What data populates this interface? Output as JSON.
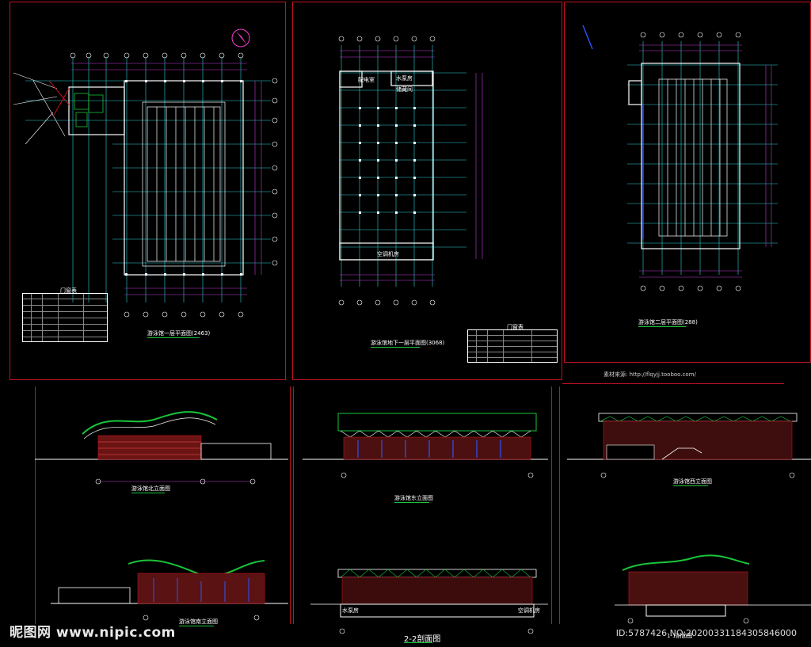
{
  "north_label": "N",
  "sheets": {
    "plan1": {
      "caption": "游泳馆一层平面图(2463)"
    },
    "plan2": {
      "caption": "游泳馆地下一层平面图(3068)"
    },
    "plan3": {
      "caption": "游泳馆二层平面图(288)"
    },
    "elev_north": {
      "caption": "游泳馆北立面图"
    },
    "elev_east": {
      "caption": "游泳馆东立面图"
    },
    "elev_west": {
      "caption": "游泳馆西立面图"
    },
    "elev_south": {
      "caption": "游泳馆南立面图"
    },
    "section22": {
      "caption": "2-2剖面图"
    },
    "section11": {
      "caption": "1-1剖面图"
    }
  },
  "table1_title": "门窗表",
  "table2_title": "门窗表",
  "room_labels": {
    "plan2_top": "配电室",
    "plan2_top2": "水泵房",
    "plan2_mid": "储藏间",
    "plan2_bottom": "空调机房",
    "sec_left": "水泵房",
    "sec_right": "空调机房"
  },
  "source_url": "素材来源: http://flqyjj.tooboo.com/",
  "watermark_left": "昵图网 www.nipic.com",
  "watermark_right": "ID:5787426 NO:20200331184305846000",
  "colors": {
    "frame": "#c1121f",
    "grid": "#2fd0d8",
    "dim": "#c03cd8",
    "wall": "#ffffff",
    "caption_line": "#19c43a"
  }
}
